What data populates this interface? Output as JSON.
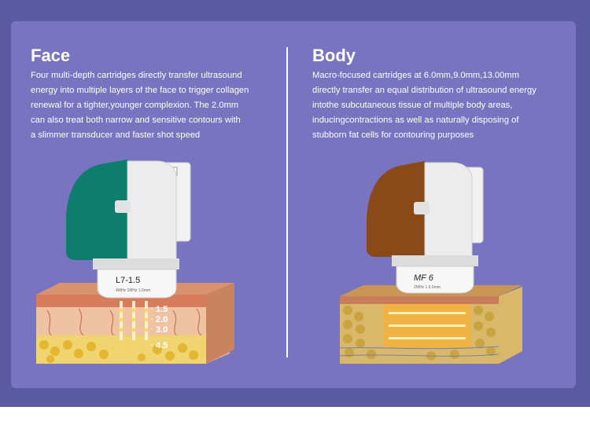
{
  "face": {
    "title": "Face",
    "description": "Four multi-depth cartridges directly transfer ultrasound\nenergy into multiple layers of the face to trigger collagen\nrenewal for a tighter,younger complexion. The 2.0mm\ncan also treat both narrow and sensitive contours with\na slimmer transducer and faster shot speed",
    "cartridge_label": "L7-1.5",
    "cartridge_sublabel": "4MHz 1MHz 1.5mm",
    "depths": [
      "1.5",
      "2.0",
      "3.0",
      "4.5"
    ],
    "accent_color": "#0f7d6d"
  },
  "body": {
    "title": "Body",
    "description": "Macro-focused cartridges at 6.0mm,9.0mm,13.00mm\ndirectly transfer an equal distribution of  ultrasound energy\n intothe subcutaneous tissue of multiple  body areas,\ninducingcontractions as well as naturally disposing of\nstubborn fat cells for contouring purposes",
    "cartridge_label": "MF 6",
    "cartridge_sublabel": "2MHz 1 6.0mm",
    "accent_color": "#8a4a18"
  }
}
